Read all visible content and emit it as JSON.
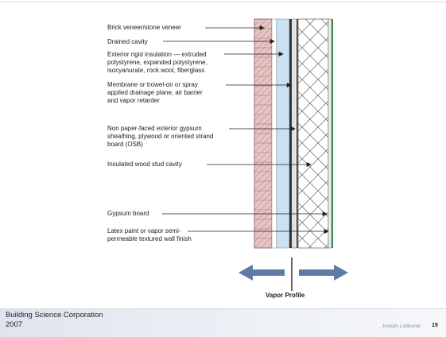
{
  "callouts": [
    {
      "id": "brick",
      "text": "Brick veneer/stone veneer"
    },
    {
      "id": "cavity",
      "text": "Drained cavity"
    },
    {
      "id": "insulation",
      "text": "Exterior rigid insulation — extruded\npolystyrene, expanded polystyrene,\nisocyanurate, rock wool, fiberglass"
    },
    {
      "id": "membrane",
      "text": "Membrane or trowel-on or spray\napplied drainage plane, air barrier\nand vapor retarder"
    },
    {
      "id": "sheathing",
      "text": "Non paper-faced exterior gypsum\nsheathing, plywood or oriented strand\nboard (OSB)"
    },
    {
      "id": "stud",
      "text": "Insulated wood stud cavity"
    },
    {
      "id": "gypsum",
      "text": "Gypsum board"
    },
    {
      "id": "paint",
      "text": "Latex paint or vapor semi-\npermeable textured wall finish"
    }
  ],
  "vapor_profile": {
    "label": "Vapor Profile"
  },
  "footer": {
    "organization": "Building Science Corporation",
    "year": "2007",
    "author": "Joseph Lstiburek",
    "page": "19"
  },
  "colors": {
    "brick": "#e7c4c4",
    "cavity": "#cde3f3",
    "insulation_accent": "#3a8a4e",
    "arrow": "#5f7aa6"
  }
}
